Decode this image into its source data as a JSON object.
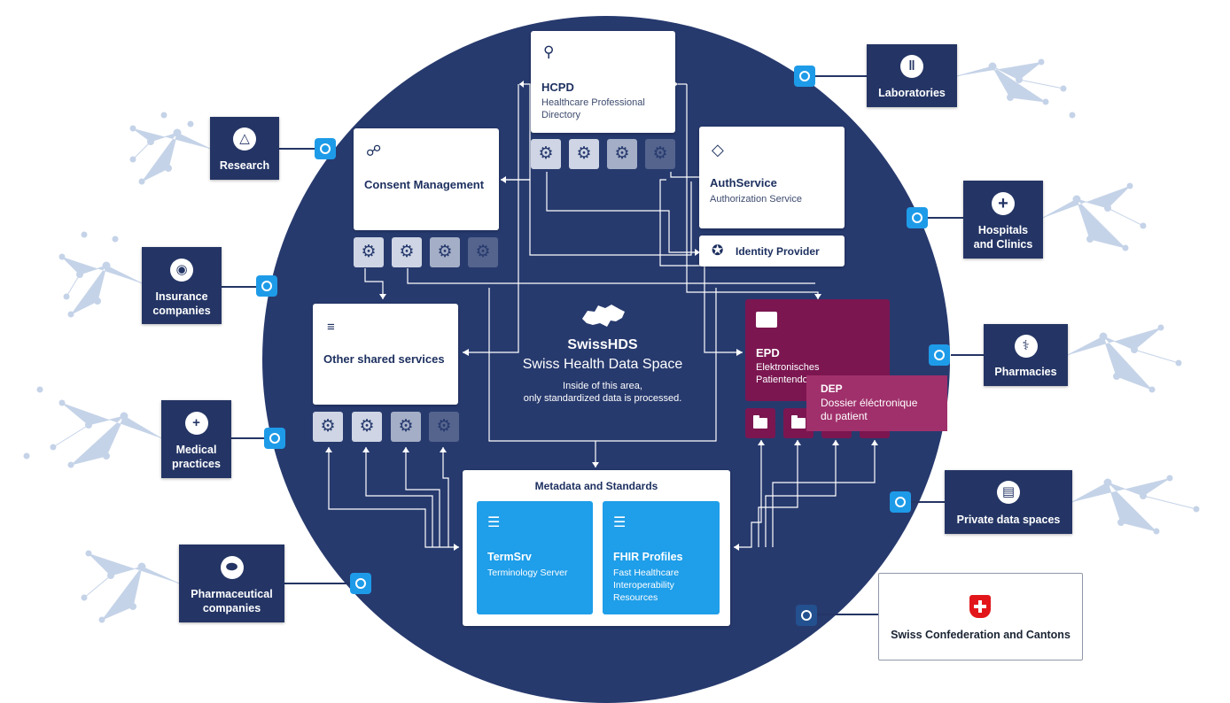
{
  "center": {
    "title": "SwissHDS",
    "subtitle": "Swiss Health Data Space",
    "note_line1": "Inside of this area,",
    "note_line2": "only standardized data is processed."
  },
  "services": {
    "hcpd": {
      "title": "HCPD",
      "subtitle_line1": "Healthcare Professional",
      "subtitle_line2": "Directory",
      "icon": "person-search-icon"
    },
    "consent": {
      "title": "Consent Management",
      "icon": "handshake-icon"
    },
    "auth": {
      "title": "AuthService",
      "subtitle": "Authorization Service",
      "icon": "diamond-icon"
    },
    "idp": {
      "title": "Identity Provider",
      "icon": "badge-icon"
    },
    "other": {
      "title": "Other shared services",
      "icon": "sliders-icon"
    },
    "epd": {
      "title": "EPD",
      "subtitle_line1": "Elektronisches",
      "subtitle_line2": "Patientendo",
      "icon": "person-folder-icon"
    },
    "dep": {
      "title": "DEP",
      "line1": "Dossier éléctronique",
      "line2": "du patient"
    }
  },
  "metadata": {
    "title": "Metadata and Standards",
    "termsrv": {
      "title": "TermSrv",
      "subtitle": "Terminology Server",
      "icon": "database-icon"
    },
    "fhir": {
      "title": "FHIR Profiles",
      "line1": "Fast Healthcare",
      "line2": "Interoperability",
      "line3": "Resources",
      "icon": "database-icon"
    }
  },
  "participants": {
    "research": {
      "label": "Research",
      "icon": "microscope-icon"
    },
    "insurance": {
      "line1": "Insurance",
      "line2": "companies",
      "icon": "shield-person-icon"
    },
    "medical": {
      "line1": "Medical",
      "line2": "practices",
      "icon": "medical-bag-icon"
    },
    "pharmaceutical": {
      "line1": "Pharmaceutical",
      "line2": "companies",
      "icon": "pill-icon"
    },
    "laboratories": {
      "label": "Laboratories",
      "icon": "test-tubes-icon"
    },
    "hospitals": {
      "line1": "Hospitals",
      "line2": "and Clinics",
      "icon": "plus-icon"
    },
    "pharmacies": {
      "label": "Pharmacies",
      "icon": "pharmacy-icon"
    },
    "private": {
      "label": "Private data spaces",
      "icon": "storage-box-icon"
    },
    "confederation": {
      "label": "Swiss Confederation and Cantons",
      "icon": "swiss-cross-icon"
    }
  },
  "colors": {
    "circle": "#273a6e",
    "participant": "#243565",
    "accent_blue": "#1f9ee9",
    "epd": "#7b1651",
    "dep": "#a0306b"
  }
}
